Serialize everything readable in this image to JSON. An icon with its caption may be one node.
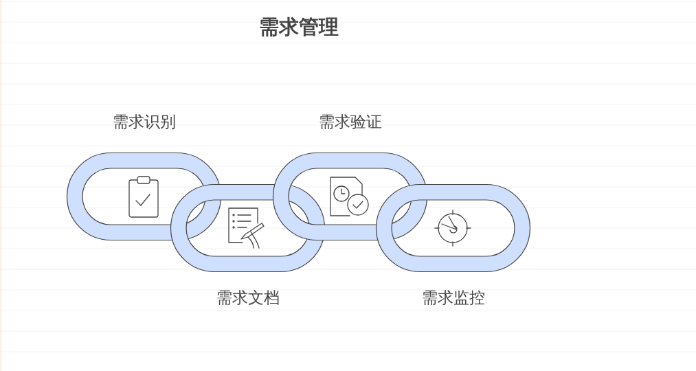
{
  "diagram": {
    "title": "需求管理",
    "nodes": [
      {
        "text": [
          "需求识别"
        ]
      },
      {
        "text": [
          "需求文档"
        ]
      },
      {
        "text": [
          "需求验证"
        ]
      },
      {
        "text": [
          "需求监控"
        ]
      }
    ]
  }
}
